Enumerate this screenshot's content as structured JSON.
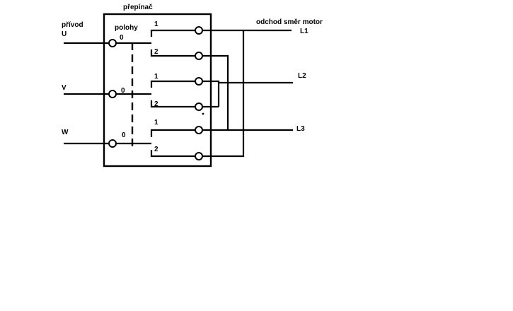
{
  "labels": {
    "switch": "přepínač",
    "supply_line1": "přívod",
    "supply_line2": "U",
    "positions": "polohy",
    "motor_out": "odchod směr motor",
    "phase_v": "V",
    "phase_w": "W",
    "l1": "L1",
    "l2": "L2",
    "l3": "L3",
    "pos0_a": "0",
    "pos0_b": "0",
    "pos0_c": "0",
    "pos1_a": "1",
    "pos2_a": "2",
    "pos1_b": "1",
    "pos2_b": "2",
    "pos1_c": "1",
    "pos2_c": "2"
  },
  "colors": {
    "ink": "#000000",
    "background": "#ffffff"
  }
}
